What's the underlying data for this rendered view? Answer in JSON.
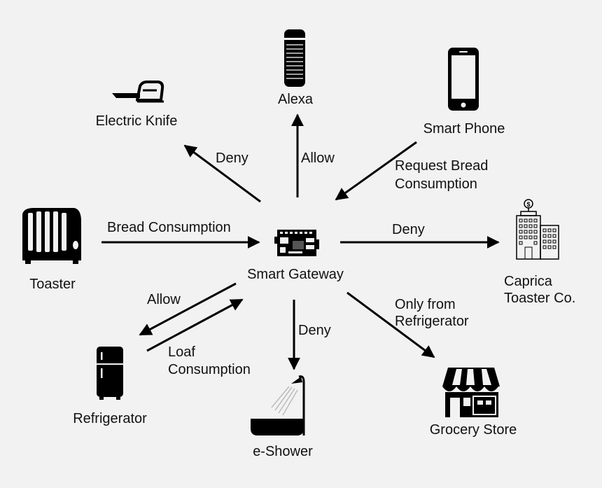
{
  "colors": {
    "background": "#f2f2f2",
    "ink": "#000000"
  },
  "nodes": {
    "gateway": {
      "label": "Smart Gateway",
      "icon": "circuit-board-icon"
    },
    "alexa": {
      "label": "Alexa",
      "icon": "smart-speaker-icon"
    },
    "knife": {
      "label": "Electric Knife",
      "icon": "electric-knife-icon"
    },
    "phone": {
      "label": "Smart Phone",
      "icon": "smartphone-icon"
    },
    "toaster": {
      "label": "Toaster",
      "icon": "toaster-icon"
    },
    "caprica": {
      "line1": "Caprica",
      "line2": "Toaster Co.",
      "icon": "office-building-icon"
    },
    "fridge": {
      "label": "Refrigerator",
      "icon": "refrigerator-icon"
    },
    "shower": {
      "label": "e-Shower",
      "icon": "shower-icon"
    },
    "grocery": {
      "label": "Grocery Store",
      "icon": "storefront-icon"
    }
  },
  "edges": {
    "to_knife": "Deny",
    "to_alexa": "Allow",
    "from_phone": {
      "line1": "Request Bread",
      "line2": "Consumption"
    },
    "from_toaster": "Bread Consumption",
    "to_caprica": "Deny",
    "to_fridge": "Allow",
    "from_fridge": {
      "line1": "Loaf",
      "line2": "Consumption"
    },
    "to_shower": "Deny",
    "to_grocery": {
      "line1": "Only from",
      "line2": "Refrigerator"
    }
  }
}
